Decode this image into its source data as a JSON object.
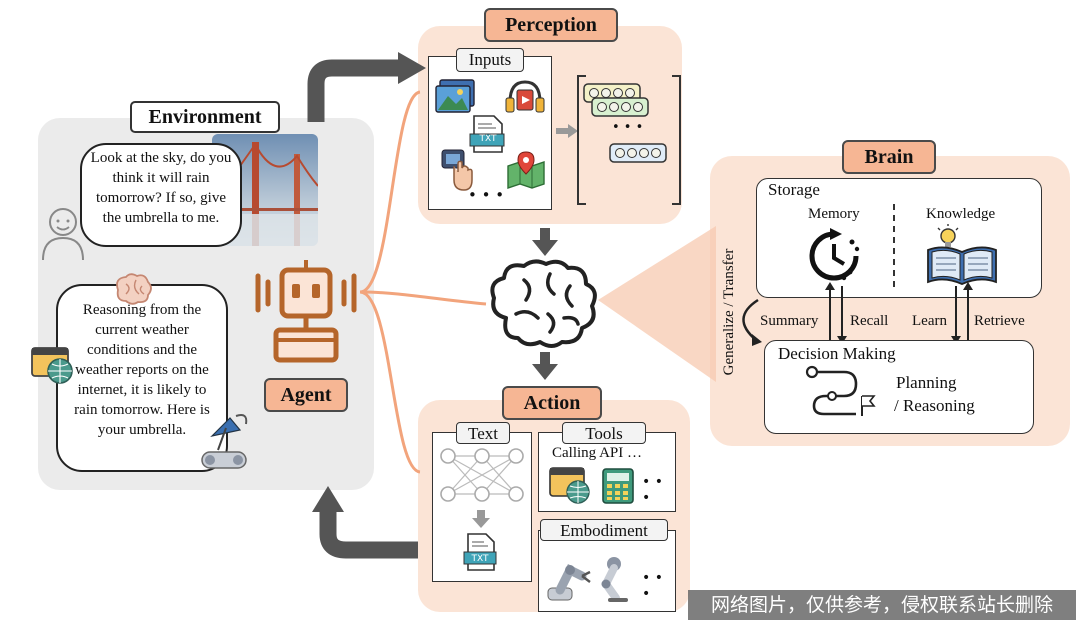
{
  "environment": {
    "title": "Environment",
    "human_message": "Look at the sky, do you think it will rain tomorrow? If so, give the umbrella to me.",
    "agent_message": "Reasoning from the current weather conditions and the weather reports on the internet, it is likely to rain tomorrow. Here is your umbrella."
  },
  "agent": {
    "label": "Agent"
  },
  "perception": {
    "title": "Perception",
    "inputs_label": "Inputs",
    "more": "• • •",
    "ellipsis": "• • •",
    "txt_file": "TXT"
  },
  "brain": {
    "title": "Brain",
    "storage_label": "Storage",
    "memory_label": "Memory",
    "knowledge_label": "Knowledge",
    "side_label": "Generalize / Transfer",
    "summary": "Summary",
    "recall": "Recall",
    "learn": "Learn",
    "retrieve": "Retrieve",
    "decision_label": "Decision Making",
    "planning_line1": "Planning",
    "planning_line2": "/ Reasoning"
  },
  "action": {
    "title": "Action",
    "text_label": "Text",
    "tools_label": "Tools",
    "calling_api": "Calling API …",
    "tools_more": "• • •",
    "embodiment_label": "Embodiment",
    "embodiment_more": "• • •",
    "txt_file": "TXT"
  },
  "watermark": "网络图片，仅供参考，侵权联系站长删除",
  "colors": {
    "panel_peach": "#fbe4d6",
    "panel_gray": "#ebebeb",
    "label_orange": "#f6b694",
    "agent_brown": "#b5652a",
    "arrow_gray": "#555555",
    "connector_orange": "#f2a47c"
  }
}
